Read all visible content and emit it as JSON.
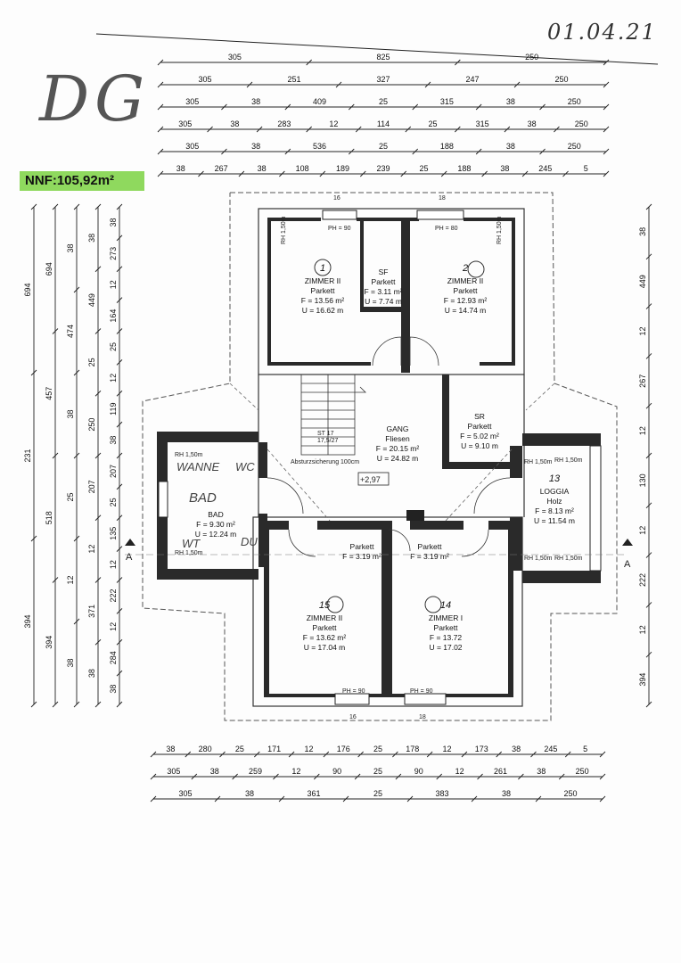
{
  "header": {
    "date": "01.04.21",
    "floor_label": "DG",
    "nnf_badge": "NNF:105,92m²"
  },
  "top_dims": [
    [
      "305",
      "825",
      "250"
    ],
    [
      "305",
      "251",
      "327",
      "247",
      "250"
    ],
    [
      "305",
      "38",
      "409",
      "25",
      "315",
      "38",
      "250"
    ],
    [
      "305",
      "38",
      "283",
      "12",
      "114",
      "25",
      "315",
      "38",
      "250"
    ],
    [
      "305",
      "38",
      "536",
      "25",
      "188",
      "38",
      "250"
    ],
    [
      "38",
      "267",
      "38",
      "108",
      "189",
      "239",
      "25",
      "188",
      "38",
      "245",
      "5"
    ]
  ],
  "bottom_dims": [
    [
      "38",
      "280",
      "25",
      "171",
      "12",
      "176",
      "25",
      "178",
      "12",
      "173",
      "38",
      "245",
      "5"
    ],
    [
      "305",
      "38",
      "259",
      "12",
      "90",
      "25",
      "90",
      "12",
      "261",
      "38",
      "250"
    ],
    [
      "305",
      "38",
      "361",
      "25",
      "383",
      "38",
      "250"
    ]
  ],
  "left_dims": [
    [
      "694",
      "231",
      "394"
    ],
    [
      "694",
      "457",
      "518",
      "394"
    ],
    [
      "38",
      "474",
      "38",
      "25",
      "12",
      "38"
    ],
    [
      "38",
      "449",
      "25",
      "250",
      "207",
      "12",
      "371",
      "38"
    ],
    [
      "38",
      "273",
      "12",
      "164",
      "25",
      "12",
      "119",
      "38",
      "207",
      "25",
      "135",
      "12",
      "222",
      "12",
      "284",
      "38"
    ]
  ],
  "right_dims": [
    "38",
    "449",
    "12",
    "267",
    "12",
    "130",
    "12",
    "222",
    "12",
    "394"
  ],
  "rooms": [
    {
      "num": "1",
      "name": "ZIMMER II",
      "floor": "Parkett",
      "area": "F = 13.56 m²",
      "perim": "U = 16.62 m"
    },
    {
      "num": "2",
      "name": "ZIMMER II",
      "floor": "Parkett",
      "area": "F = 12.93 m²",
      "perim": "U = 14.74 m"
    },
    {
      "num": "",
      "name": "SF",
      "floor": "Parkett",
      "area": "F = 3.11 m²",
      "perim": "U = 7.74 m"
    },
    {
      "num": "",
      "name": "GANG",
      "floor": "Fliesen",
      "area": "F = 20.15 m²",
      "perim": "U = 24.82 m"
    },
    {
      "num": "",
      "name": "SR",
      "floor": "Parkett",
      "area": "F = 5.02 m²",
      "perim": "U = 9.10 m"
    },
    {
      "num": "",
      "name": "BAD",
      "floor": "",
      "area": "F = 9.30 m²",
      "perim": "U = 12.24 m"
    },
    {
      "num": "13",
      "name": "LOGGIA",
      "floor": "Holz",
      "area": "F = 8.13 m²",
      "perim": "U = 11.54 m"
    },
    {
      "num": "",
      "name": "Parkett",
      "floor": "",
      "area": "F = 3.19 m²",
      "perim": ""
    },
    {
      "num": "",
      "name": "Parkett",
      "floor": "",
      "area": "F = 3.19 m²",
      "perim": ""
    },
    {
      "num": "15",
      "name": "ZIMMER II",
      "floor": "Parkett",
      "area": "F = 13.62 m²",
      "perim": "U = 17.04 m"
    },
    {
      "num": "14",
      "name": "ZIMMER I",
      "floor": "Parkett",
      "area": "F = 13.72",
      "perim": "U = 17.02"
    }
  ],
  "annotations": {
    "level": "+2,97",
    "stairs": "ST 17",
    "stairs_dim": "17,5/27",
    "bath_notes": [
      "WANNE",
      "WC",
      "WT",
      "DU"
    ],
    "bad_label": "BAD",
    "ph_labels": [
      "PH = 90",
      "PH = 80",
      "PH = 90",
      "PH = 90"
    ],
    "rh_labels": [
      "RH 1,50m",
      "RH 1,50m",
      "RH 1,50m",
      "RH 1,50m",
      "RH 1,50m",
      "RH 1,50m",
      "RH 1,50m",
      "RH 1,50m"
    ],
    "section": "A",
    "absturz": "Absturzsicherung 100cm",
    "window_top": [
      "16",
      "18"
    ],
    "window_bottom": [
      "16",
      "18"
    ]
  }
}
